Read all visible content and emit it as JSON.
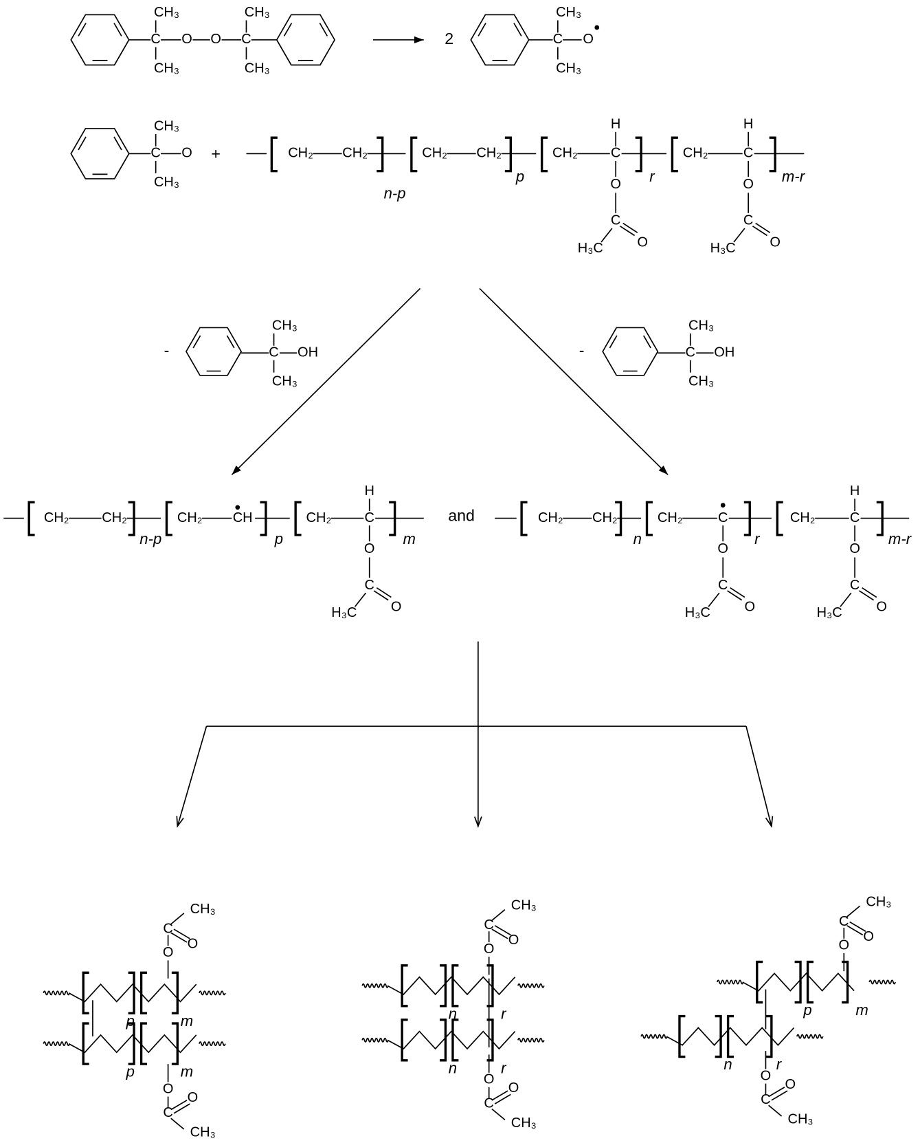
{
  "title": "Radical crosslinking of ethylene–vinyl acetate copolymer by dicumyl peroxide",
  "labels": {
    "ch3": "CH₃",
    "ch2": "CH₂",
    "ch": "CH",
    "c": "C",
    "o": "O",
    "h": "H",
    "oh": "OH",
    "h3c": "H₃C",
    "two": "2",
    "plus": "+",
    "minus": "-",
    "and": "and",
    "n_minus_p": "n-p",
    "p": "p",
    "r": "r",
    "m_minus_r": "m-r",
    "m": "m",
    "n": "n"
  }
}
